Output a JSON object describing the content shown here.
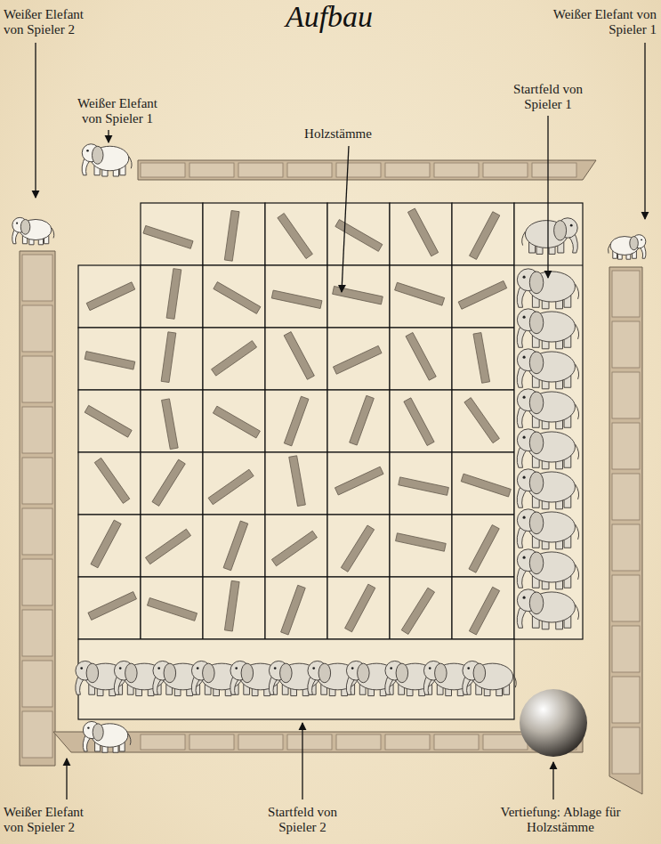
{
  "diagram": {
    "title": "Aufbau",
    "labels": [
      "Weißer Elefant von Spieler 2",
      "Weißer Elefant von Spieler 1",
      "Holzstämme",
      "Startfeld von Spieler 1",
      "Weißer Elefant von Spieler 1",
      "Weißer Elefant von Spieler 2",
      "Startfeld von Spieler 2",
      "Vertiefung: Ablage für Holzstämme"
    ]
  }
}
